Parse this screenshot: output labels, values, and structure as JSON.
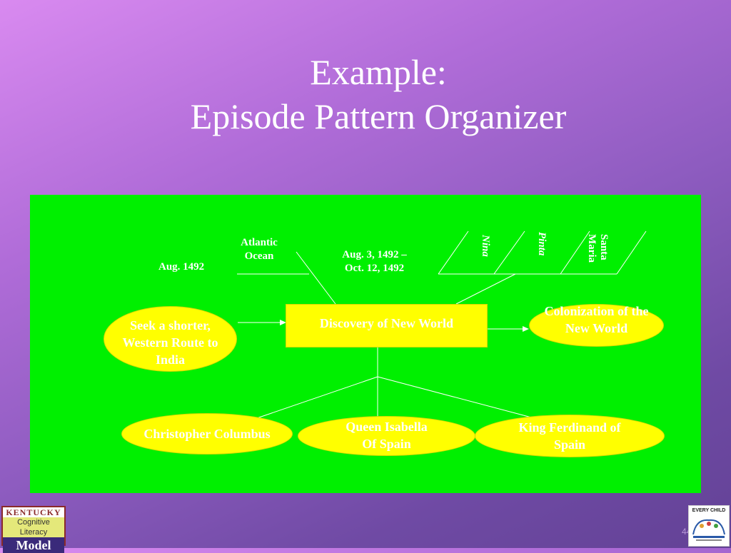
{
  "slide": {
    "title_line1": "Example:",
    "title_line2": "Episode Pattern Organizer",
    "page_number": "44"
  },
  "diagram": {
    "details": {
      "time": "Aug. 1492",
      "place": [
        "Atlantic",
        "Ocean"
      ],
      "dates": [
        "Aug. 3, 1492 –",
        "Oct. 12, 1492"
      ],
      "ships": [
        "Nina",
        "Pinta",
        "Santa Maria"
      ]
    },
    "cause": [
      "Seek a shorter,",
      "Western Route to",
      "India"
    ],
    "episode": "Discovery of New World",
    "effect": [
      "Colonization of the",
      "New World"
    ],
    "people": {
      "p1": "Christopher Columbus",
      "p2": [
        "Queen Isabella",
        "Of Spain"
      ],
      "p3": [
        "King Ferdinand of",
        "Spain"
      ]
    }
  },
  "logos": {
    "left_top": "KENTUCKY",
    "left_mid": "Cognitive Literacy",
    "left_bot": "Model",
    "right_top": "EVERY CHILD"
  },
  "colors": {
    "panel": "#00f000",
    "node_fill": "#ffff00",
    "text": "#ffffff"
  }
}
